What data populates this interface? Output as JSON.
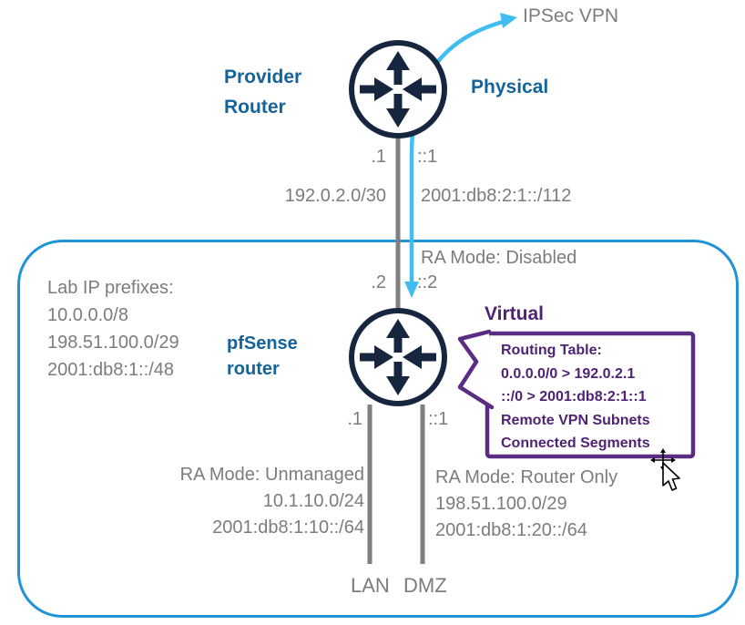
{
  "labels": {
    "ipsec_vpn": "IPSec VPN",
    "provider_router_line1": "Provider",
    "provider_router_line2": "Router",
    "physical": "Physical",
    "virtual": "Virtual",
    "pfsense_line1": "pfSense",
    "pfsense_line2": "router"
  },
  "wan_link": {
    "provider_if_v4": ".1",
    "provider_if_v6": "::1",
    "subnet_v4": "192.0.2.0/30",
    "subnet_v6": "2001:db8:2:1::/112",
    "ra_mode": "RA Mode: Disabled",
    "pfsense_if_v4": ".2",
    "pfsense_if_v6": "::2"
  },
  "lab_prefixes": {
    "title": "Lab IP prefixes:",
    "items": [
      "10.0.0.0/8",
      "198.51.100.0/29",
      "2001:db8:1::/48"
    ]
  },
  "routing_table": {
    "title": "Routing Table:",
    "lines": [
      "0.0.0.0/0 > 192.0.2.1",
      "::/0 > 2001:db8:2:1::1",
      "Remote VPN Subnets",
      "Connected Segments"
    ]
  },
  "lan": {
    "if_v4": ".1",
    "ra_mode": "RA Mode: Unmanaged",
    "subnet_v4": "10.1.10.0/24",
    "subnet_v6": "2001:db8:1:10::/64",
    "name": "LAN"
  },
  "dmz": {
    "if_v6": "::1",
    "ra_mode": "RA Mode: Router Only",
    "subnet_v4": "198.51.100.0/29",
    "subnet_v6": "2001:db8:1:20::/64",
    "name": "DMZ"
  },
  "colors": {
    "router_navy": "#16263f",
    "label_gray": "#7c7c7c",
    "title_teal": "#15639b",
    "boundary_blue": "#1e93d8",
    "tunnel_cyan": "#41bdf1",
    "callout_purple_border": "#5b2c83",
    "callout_purple_text": "#4f2373"
  }
}
